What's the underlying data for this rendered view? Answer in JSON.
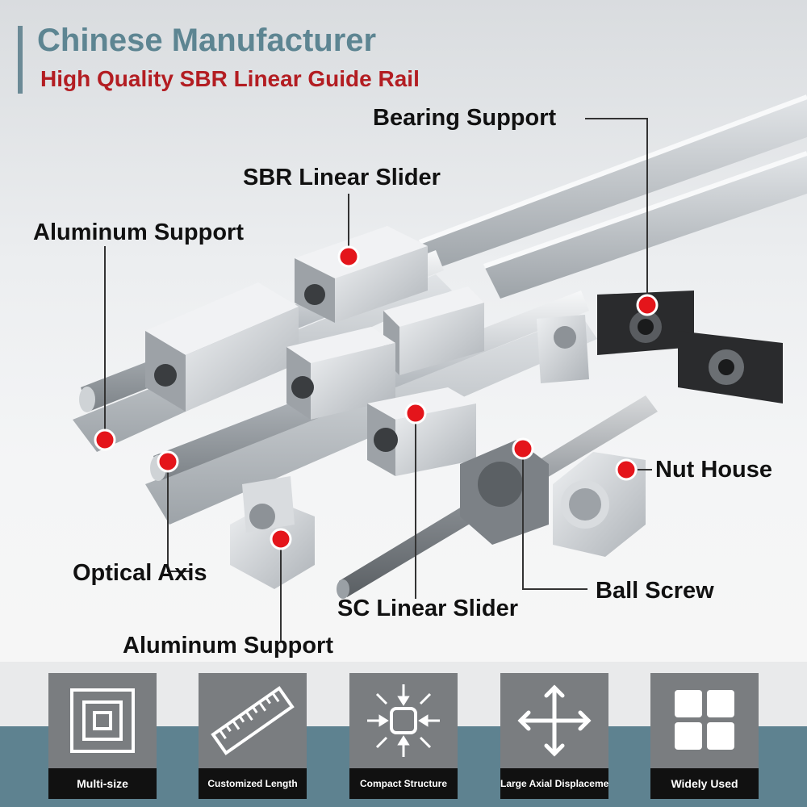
{
  "header": {
    "title": "Chinese Manufacturer",
    "subtitle": "High Quality SBR Linear Guide Rail"
  },
  "labels": {
    "bearing_support": "Bearing Support",
    "sbr_linear_slider": "SBR Linear Slider",
    "aluminum_support_top": "Aluminum Support",
    "nut_house": "Nut House",
    "optical_axis": "Optical Axis",
    "ball_screw": "Ball Screw",
    "sc_linear_slider": "SC Linear Slider",
    "aluminum_support_bottom": "Aluminum Support"
  },
  "features": [
    {
      "label": "Multi-size",
      "icon": "nested-squares-icon"
    },
    {
      "label": "Customized Length",
      "icon": "ruler-icon"
    },
    {
      "label": "Compact Structure",
      "icon": "compact-arrows-icon"
    },
    {
      "label": "Large Axial Displacement",
      "icon": "four-way-arrow-icon"
    },
    {
      "label": "Widely Used",
      "icon": "grid-four-icon"
    }
  ],
  "colors": {
    "title": "#5d8592",
    "subtitle": "#b31d22",
    "marker": "#e4151b",
    "band": "#5e8290",
    "tile": "#7a7d80"
  }
}
